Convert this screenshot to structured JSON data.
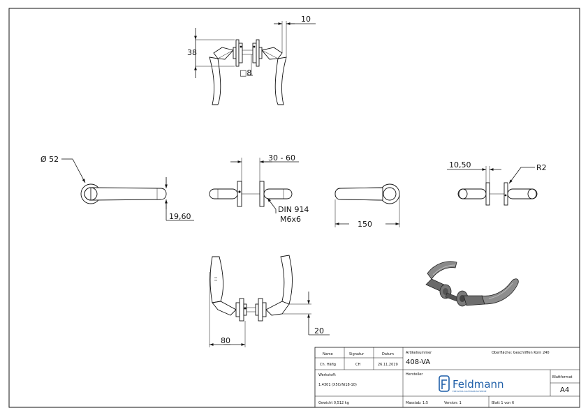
{
  "dimensions": {
    "d10": "10",
    "d38": "38",
    "sq8": "□8",
    "dia52": "Ø 52",
    "d3060": "30 - 60",
    "d1050": "10,50",
    "r2": "R2",
    "d1960": "19,60",
    "din914": "DIN 914",
    "m6x6": "M6x6",
    "d150": "150",
    "d80": "80",
    "d20": "20"
  },
  "title_block": {
    "name_label": "Name",
    "signatur_label": "Signatur",
    "datum_label": "Datum",
    "name_value": "Ch. Häfig",
    "signatur_value": "CH",
    "datum_value": "26.11.2019",
    "artikelnummer_label": "Artikelnummer",
    "artikelnummer_value": "408-VA",
    "oberflaeche": "Oberfläche: Geschliffen Korn 240",
    "werkstoff_label": "Werkstoff:",
    "werkstoff_value": "1.4301 (X5CrNi18-10)",
    "hersteller_label": "Hersteller",
    "logo_text": "Feldmann",
    "logo_sub": "EDELSTAHL KAUFMANN SCHMIEDE",
    "blattformat_label": "Blattformat",
    "blattformat_value": "A4",
    "gewicht": "Gewicht 0,512 kg",
    "massstab": "Masstab: 1:5",
    "version": "Version: 1",
    "blatt": "Blatt 1 von 6"
  },
  "colors": {
    "line": "#111111",
    "paper": "#ffffff",
    "logo_blue": "#1f5fa8",
    "iso_dark": "#555555",
    "iso_mid": "#8a8a8a"
  }
}
